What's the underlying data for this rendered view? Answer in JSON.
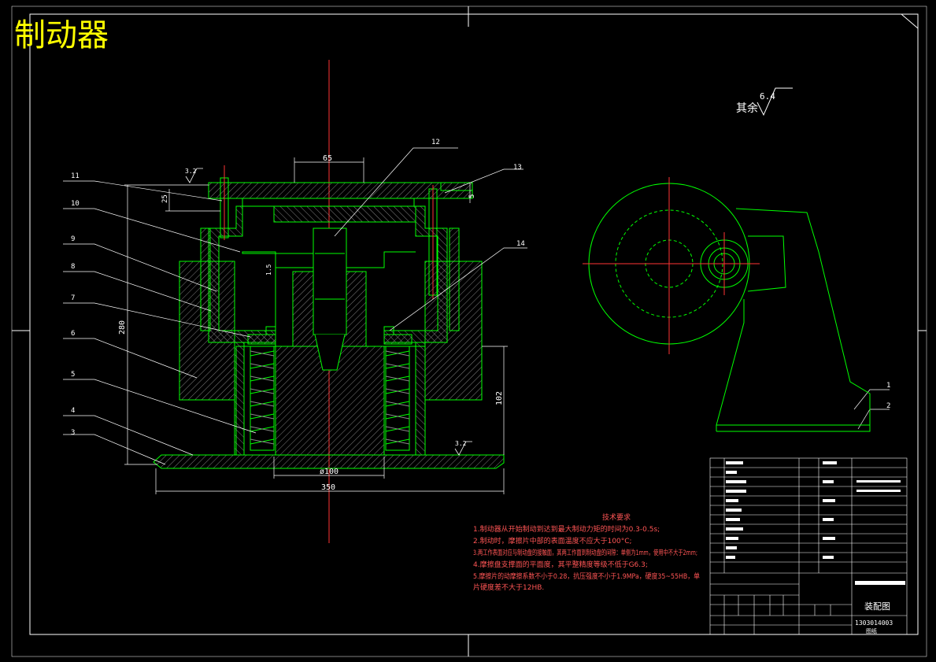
{
  "title": "制动器",
  "roughness_note": {
    "label": "其余",
    "value": "6.4"
  },
  "roughness_marks": [
    "3.2",
    "3.2"
  ],
  "part_labels": [
    "11",
    "10",
    "9",
    "8",
    "7",
    "6",
    "5",
    "4",
    "3",
    "12",
    "13",
    "14",
    "1",
    "2"
  ],
  "dimensions": {
    "d65": "65",
    "d25": "25",
    "d280": "280",
    "d102": "102",
    "d100": "ø100",
    "d350": "350",
    "d5": "5",
    "d15": "1.5"
  },
  "tech_req": {
    "heading": "技术要求",
    "lines": [
      "1.制动器从开始制动到达到最大制动力矩的时间为0.3-0.5s;",
      "2.制动时，摩擦片中部的表面温度不应大于100°C;",
      "3.两工作表面对应与制动盘的接触面，其两工作面到制动盘的间隙：单侧为1mm，使用中不大于2mm;",
      "4.摩擦盘支撑面的平面度，其平整精度等级不低于G6.3;",
      "5.摩擦片的动摩擦系数不小于0.28，抗压强度不小于1.9MPa，硬度35~55HB，单",
      "片硬度差不大于12HB."
    ]
  },
  "title_block": {
    "drawing_name": "装配图",
    "drawing_number": "1303014003",
    "scale_note": "图纸"
  }
}
